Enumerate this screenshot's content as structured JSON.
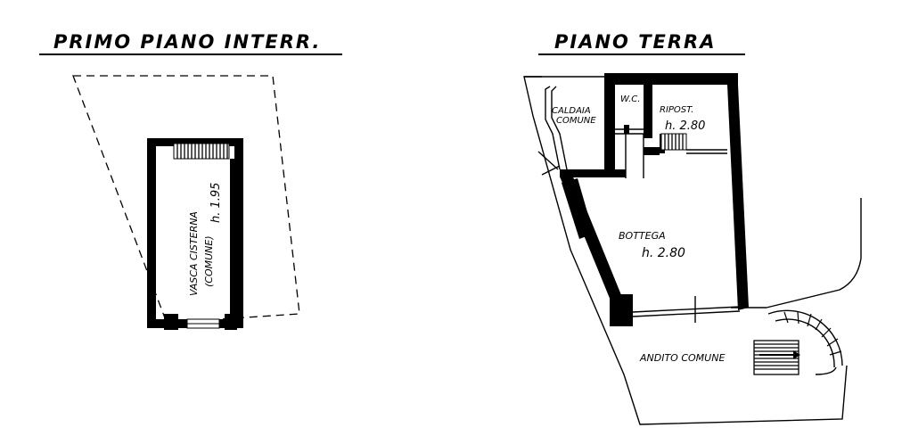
{
  "plans": {
    "basement": {
      "title": "PRIMO PIANO INTERR.",
      "room_name": "VASCA CISTERNA",
      "room_note": "(COMUNE)",
      "room_height": "h. 1.95"
    },
    "ground": {
      "title": "PIANO TERRA",
      "caldaia_line1": "CALDAIA",
      "caldaia_line2": "COMUNE",
      "wc": "W.C.",
      "ripost": "RIPOST.",
      "ripost_height": "h. 2.80",
      "bottega": "BOTTEGA",
      "bottega_height": "h. 2.80",
      "andito": "ANDITO COMUNE"
    }
  }
}
